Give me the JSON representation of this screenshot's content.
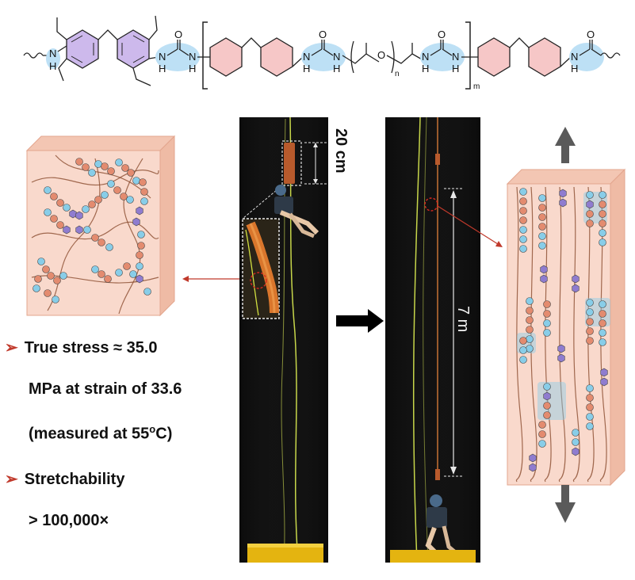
{
  "chemistry": {
    "nh_label": "N",
    "h_label": "H",
    "o_label": "O",
    "subscript_n": "n",
    "subscript_m": "m"
  },
  "photos": {
    "scale_top": "20 cm",
    "scale_length": "7 m"
  },
  "bullets": {
    "marker": "➢",
    "stress_line1": "True stress ≈ 35.0",
    "stress_line2": "MPa at strain of 33.6",
    "stress_line3_prefix": "(measured at 55",
    "stress_line3_degree": "o",
    "stress_line3_suffix": "C)",
    "stretch_title": "Stretchability",
    "stretch_value": "> 100,000×"
  },
  "colors": {
    "accent_red": "#c0392b",
    "block_fill": "#f9d9cc",
    "cyclohexane_pink": "#f6c7c7",
    "aromatic_purple": "#cdb9ec",
    "urea_blue": "#bde0f5",
    "bead_orange": "#e38b6f",
    "bead_blue": "#88cde8",
    "bead_purple": "#8f7ccf",
    "chain_brown": "#8a4b2e"
  }
}
